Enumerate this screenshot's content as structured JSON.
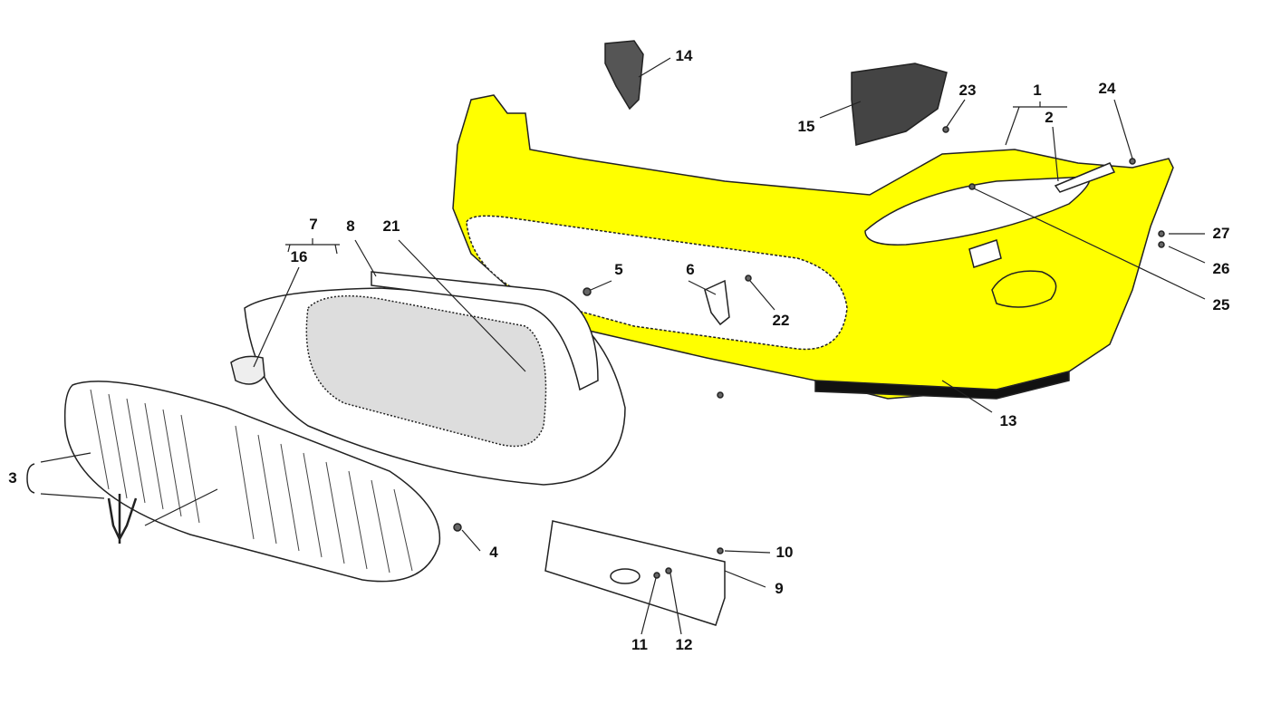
{
  "diagram": {
    "colors": {
      "bumper": "#ffff00",
      "line": "#222222",
      "dark_part": "#333333"
    },
    "labels": {
      "p1": "1",
      "p2": "2",
      "p3": "3",
      "p4": "4",
      "p5": "5",
      "p6": "6",
      "p7": "7",
      "p8": "8",
      "p9": "9",
      "p10": "10",
      "p11": "11",
      "p12": "12",
      "p13": "13",
      "p14": "14",
      "p15": "15",
      "p16": "16",
      "p21": "21",
      "p22": "22",
      "p23": "23",
      "p24": "24",
      "p25": "25",
      "p26": "26",
      "p27": "27"
    }
  }
}
